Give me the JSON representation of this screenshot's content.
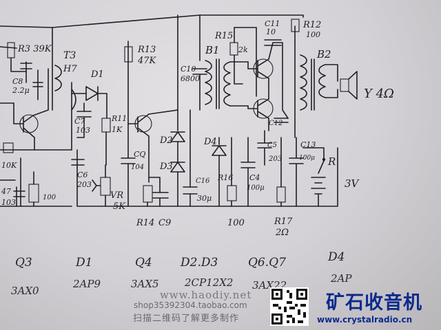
{
  "labels": {
    "r3": "R3 39K",
    "t3": "T3",
    "h7": "H7",
    "d1": "D1",
    "r13": "R13",
    "r13_val": "47K",
    "c8_left": "C8",
    "c8_val": "2.2μ",
    "c7": "C7",
    "c7_val": "103",
    "r11": "R11",
    "r11_val": "1K",
    "c6": "C6",
    "c6_val": "203",
    "vr": "VR",
    "vr_val": "5K",
    "cq": "CQ",
    "cq_val": "104",
    "d2": "D2",
    "d3": "D3",
    "c16": "C16",
    "c16_val": "30μ",
    "r14": "R14",
    "c9": "C9",
    "c10": "C10",
    "c10_val": "6800",
    "r15": "R15",
    "r15_val": "2k",
    "b1": "B1",
    "c11": "C11",
    "c11_val": "10",
    "r12": "R12",
    "r12_val": "100",
    "b2": "B2",
    "speaker": "Y 4Ω",
    "d4": "D4",
    "r16": "R16",
    "r16_val": "100",
    "c4": "C4",
    "c4_val": "100μ",
    "c5": "C5",
    "c5_val": "203",
    "c12": "C12",
    "r17": "R17",
    "r17_val": "2Ω",
    "c13": "C13",
    "c13_val": "100μ",
    "r": "R",
    "battery": "3V",
    "r10_val": "100",
    "r_left": "10K",
    "c_left": "47",
    "c_left2": "103"
  },
  "parts_list": [
    {
      "name": "Q3",
      "model": "3AX0"
    },
    {
      "name": "D1",
      "model": "2AP9"
    },
    {
      "name": "Q4",
      "model": "3AX5"
    },
    {
      "name": "D2.D3",
      "model": "2CP12X2"
    },
    {
      "name": "Q6.Q7",
      "model": "3AX22"
    },
    {
      "name": "D4",
      "model": "2AP"
    }
  ],
  "watermark": {
    "site": "www.haodiy.net",
    "shop": "shop35392304.taobao.com",
    "scan": "扫描二维码了解更多制作",
    "brand": "矿石收音机",
    "brand_url": "www.crystalradio.cn"
  },
  "colors": {
    "ink": "#1e1e24",
    "paper": "#d9d7da",
    "brand": "#0b2a8c"
  }
}
